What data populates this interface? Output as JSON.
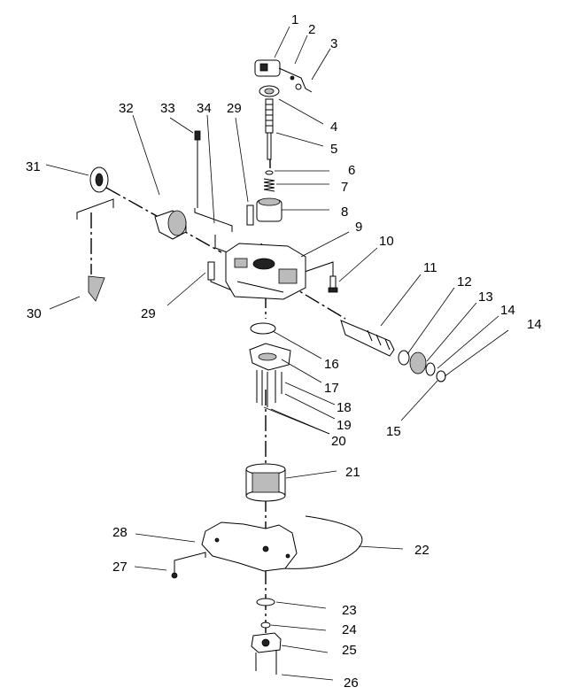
{
  "diagram": {
    "callouts": [
      "1",
      "2",
      "3",
      "4",
      "5",
      "6",
      "7",
      "8",
      "9",
      "10",
      "11",
      "12",
      "13",
      "14",
      "14",
      "15",
      "16",
      "17",
      "18",
      "19",
      "20",
      "21",
      "22",
      "23",
      "24",
      "25",
      "26",
      "27",
      "28",
      "29",
      "29",
      "30",
      "31",
      "32",
      "33",
      "34"
    ]
  }
}
